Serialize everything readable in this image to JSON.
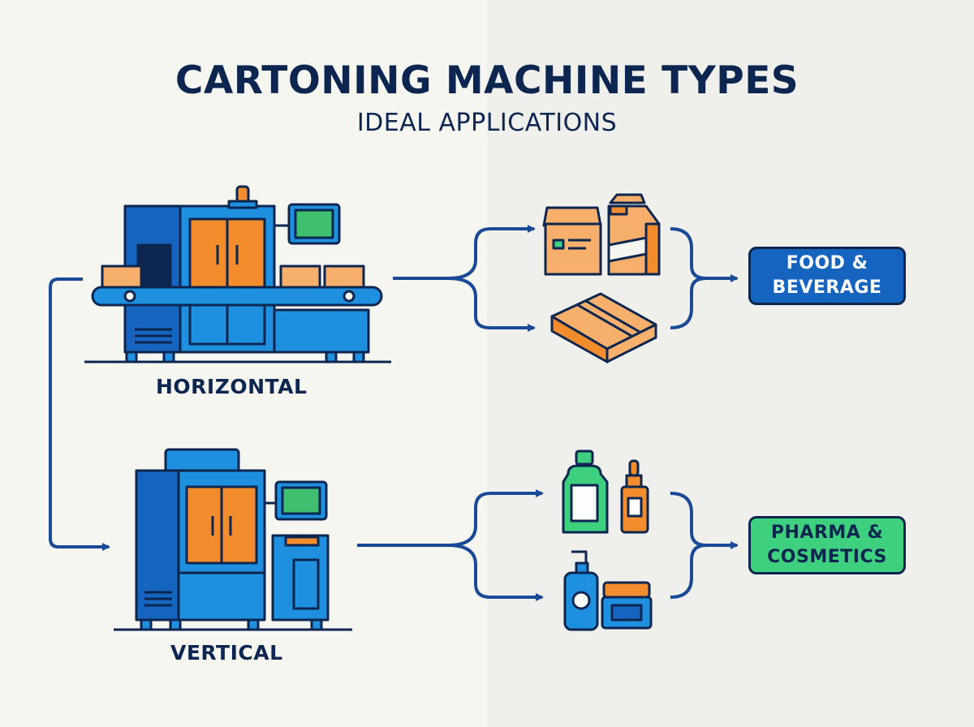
{
  "title": "CARTONING MACHINE TYPES",
  "subtitle": "IDEAL APPLICATIONS",
  "machines": {
    "horizontal": {
      "label": "HORIZONTAL"
    },
    "vertical": {
      "label": "VERTICAL"
    }
  },
  "applications": {
    "food": {
      "line1": "FOOD &",
      "line2": "BEVERAGE"
    },
    "pharma": {
      "line1": "PHARMA &",
      "line2": "COSMETICS"
    }
  },
  "colors": {
    "navy": "#0d2650",
    "blue": "#1f8fe0",
    "dark_blue": "#1565c0",
    "orange": "#f28c2c",
    "light_orange": "#f6b06c",
    "green": "#3fd07f",
    "screen_green": "#3fbf6f"
  },
  "icons": [
    "horizontal-cartoner-icon",
    "vertical-cartoner-icon",
    "carton-box-icon",
    "milk-carton-icon",
    "flat-box-icon",
    "bottle-icon",
    "dropper-bottle-icon",
    "pump-bottle-icon",
    "cream-jar-icon"
  ]
}
